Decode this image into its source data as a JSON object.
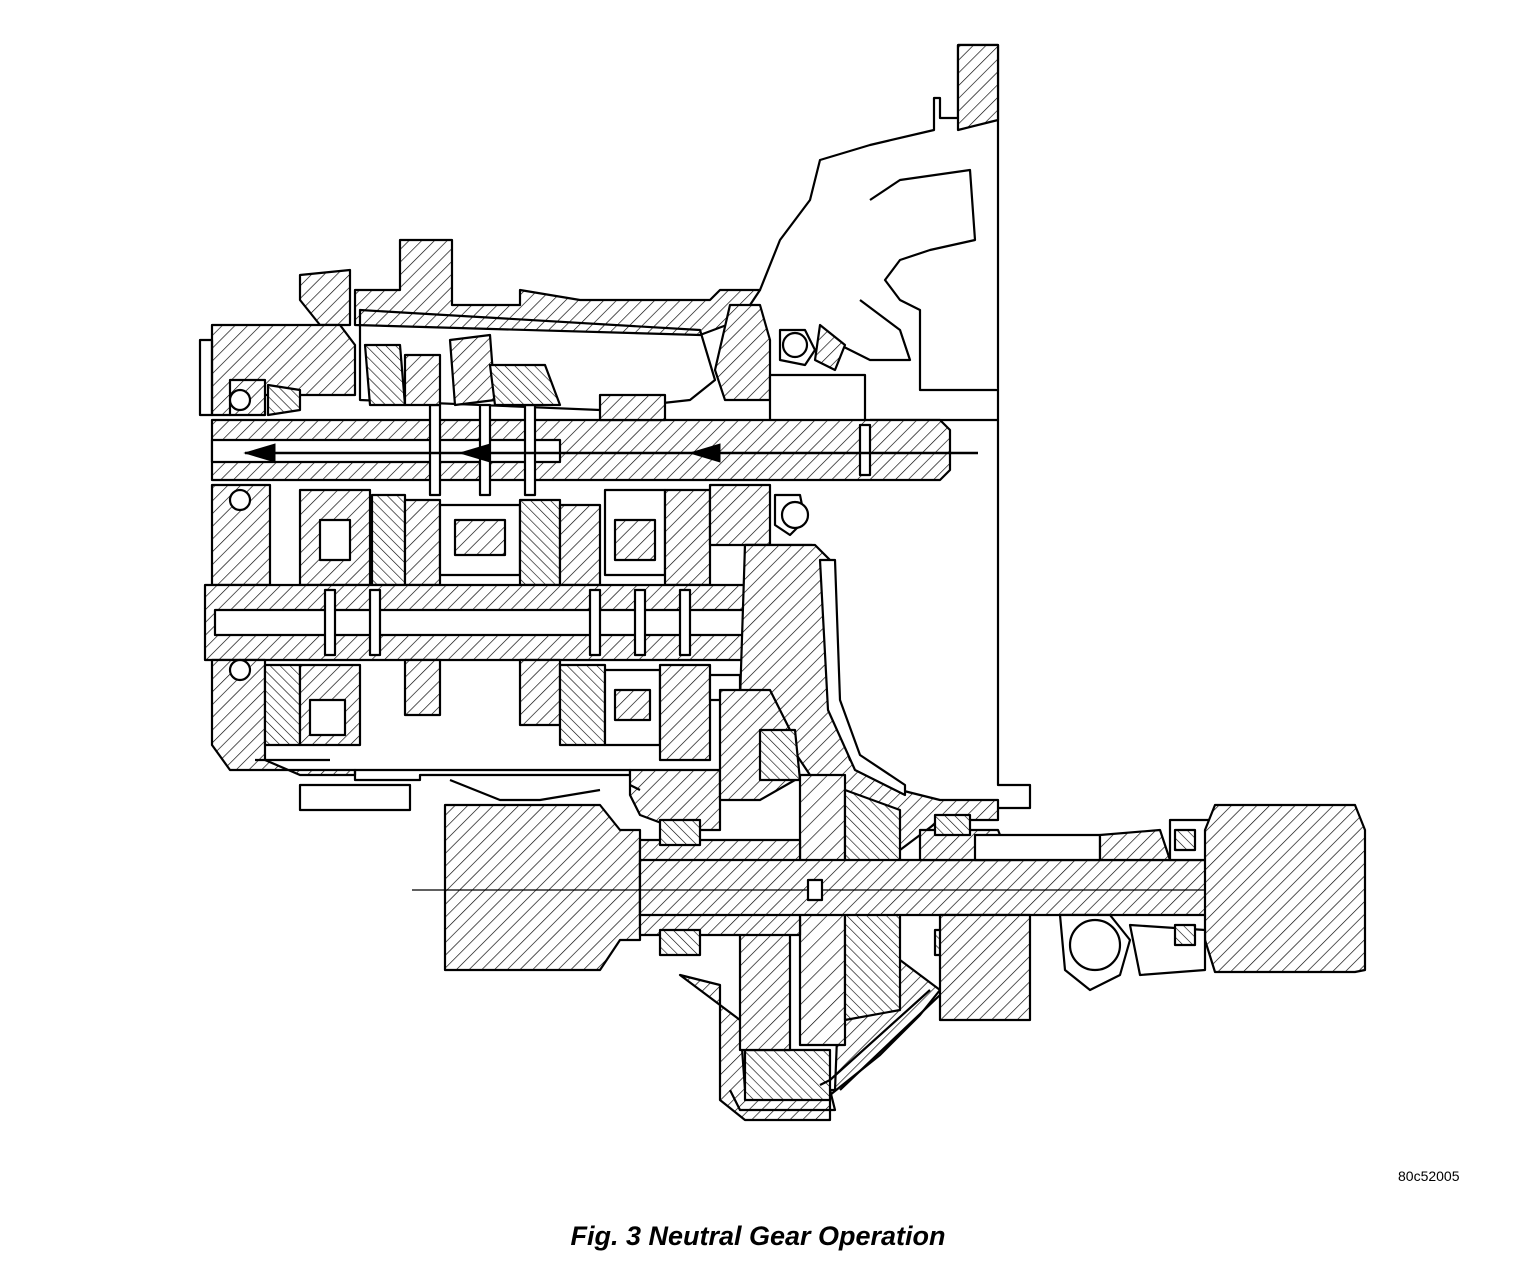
{
  "figure": {
    "caption": "Fig. 3 Neutral Gear Operation",
    "reference_code": "80c52005",
    "line_color": "#000000",
    "hatch_color": "#000000",
    "background_color": "#ffffff",
    "power_flow_arrows": 3
  }
}
